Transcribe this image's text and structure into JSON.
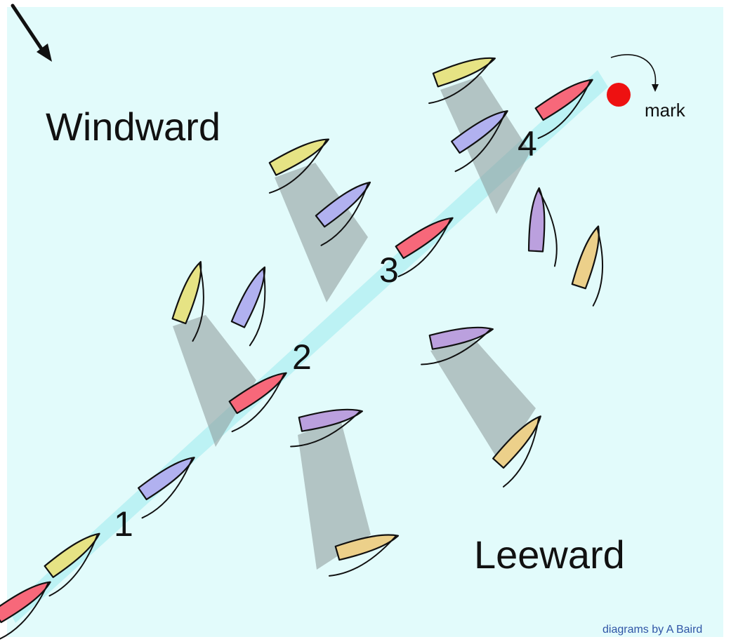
{
  "labels": {
    "windward": "Windward",
    "leeward": "Leeward",
    "mark": "mark",
    "credit": "diagrams by A Baird",
    "positions": [
      "1",
      "2",
      "3",
      "4"
    ]
  },
  "colors": {
    "water": "#e2fbfb",
    "lane": "#b8f1f3",
    "shadow": "#8a9898",
    "mark": "#ee1111",
    "red_boat": "#f7687a",
    "yellow_boat": "#e6e384",
    "blue_boat": "#b1b1f0",
    "purple_boat": "#bba0de",
    "orange_boat": "#ecd08a",
    "credit_text": "#2f55a6"
  },
  "icons": {
    "wind": "wind-arrow-icon",
    "mark": "mark-buoy-icon",
    "rounding": "rounding-arrow-icon"
  }
}
